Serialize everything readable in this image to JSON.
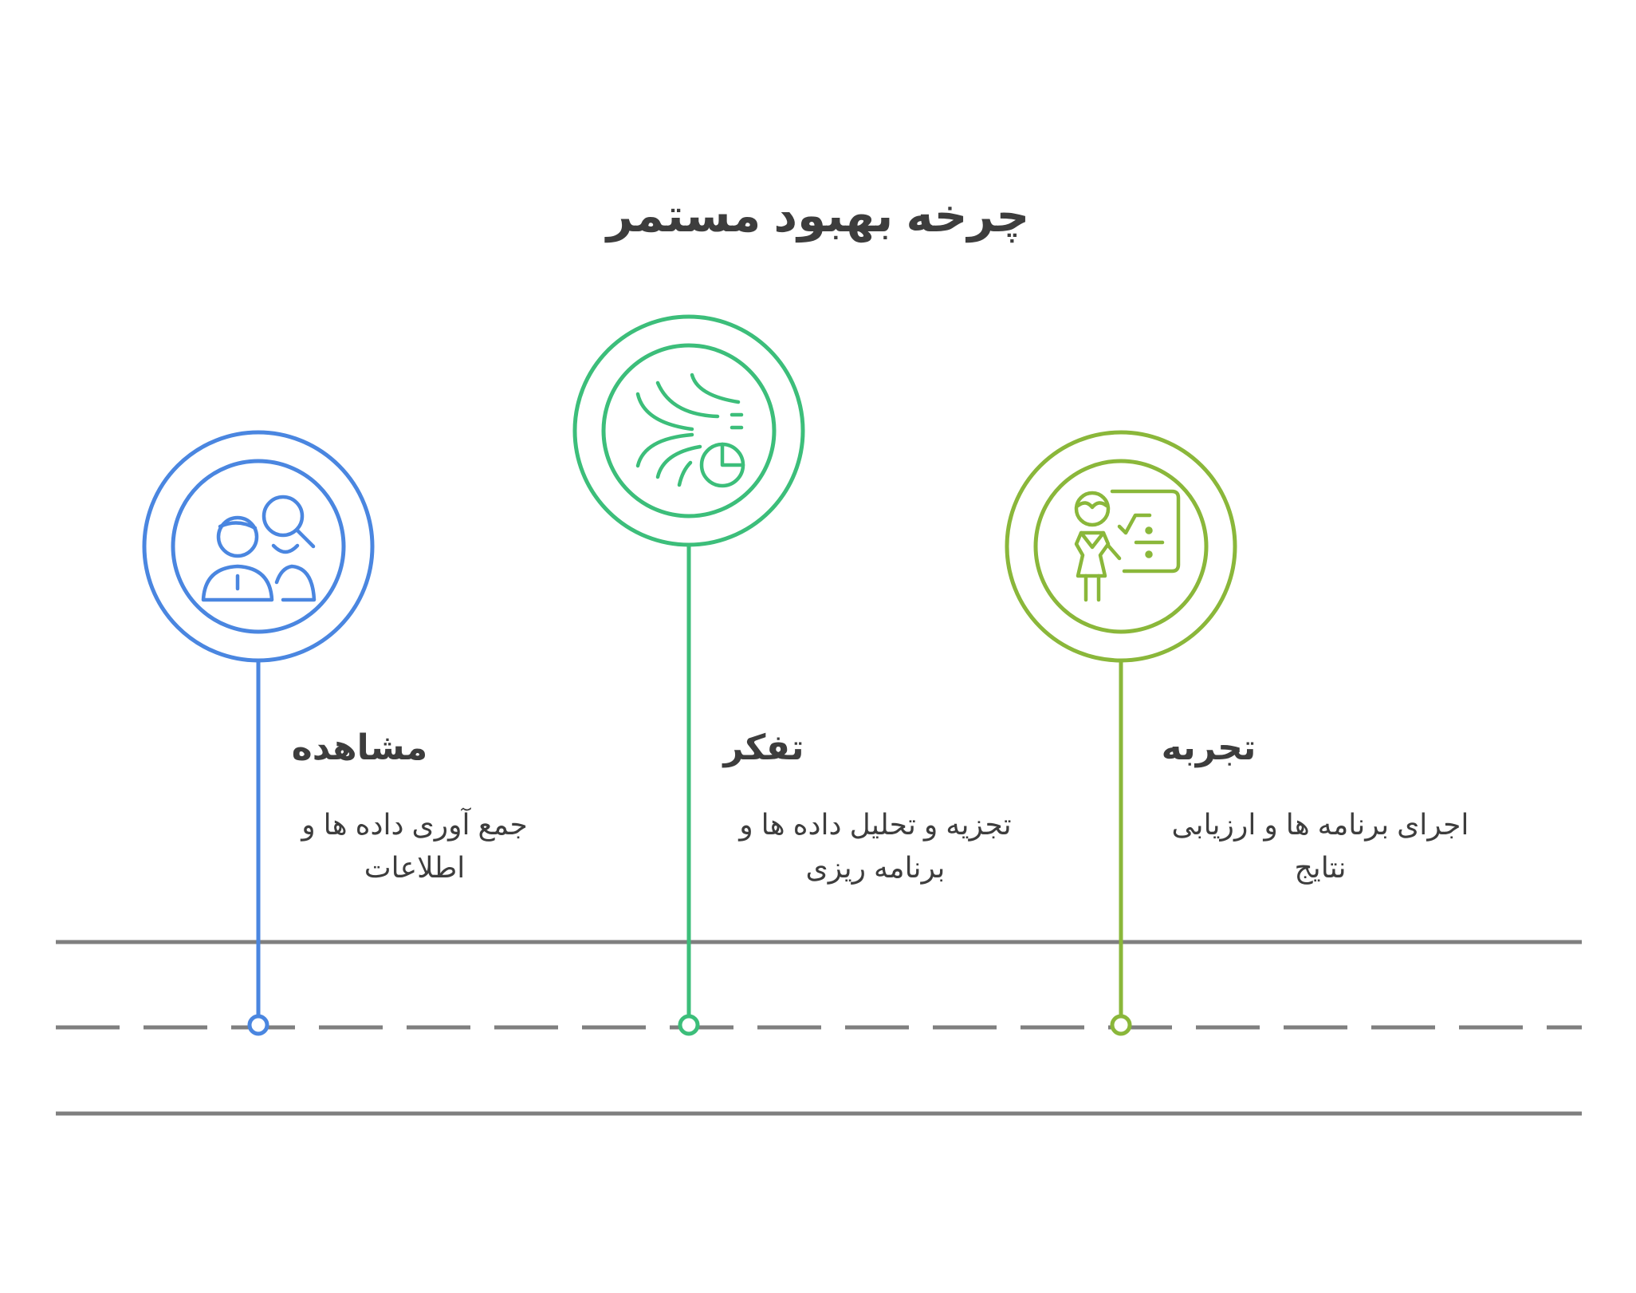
{
  "title": "چرخه بهبود مستمر",
  "colors": {
    "blue": "#4a86e0",
    "green": "#3cbe7a",
    "lime": "#8ab73a",
    "text": "#3d3d3d",
    "road": "#7f7f7f"
  },
  "steps": [
    {
      "title": "مشاهده",
      "description_lines": [
        "جمع آوری داده ها و",
        "اطلاعات"
      ],
      "icon": "people-search-icon",
      "color": "#4a86e0"
    },
    {
      "title": "تفکر",
      "description_lines": [
        "تجزیه و تحلیل داده ها و",
        "برنامه ریزی"
      ],
      "icon": "data-analysis-icon",
      "color": "#3cbe7a"
    },
    {
      "title": "تجربه",
      "description_lines": [
        "اجرای برنامه ها و ارزیابی",
        "نتایج"
      ],
      "icon": "teacher-presentation-icon",
      "color": "#8ab73a"
    }
  ]
}
